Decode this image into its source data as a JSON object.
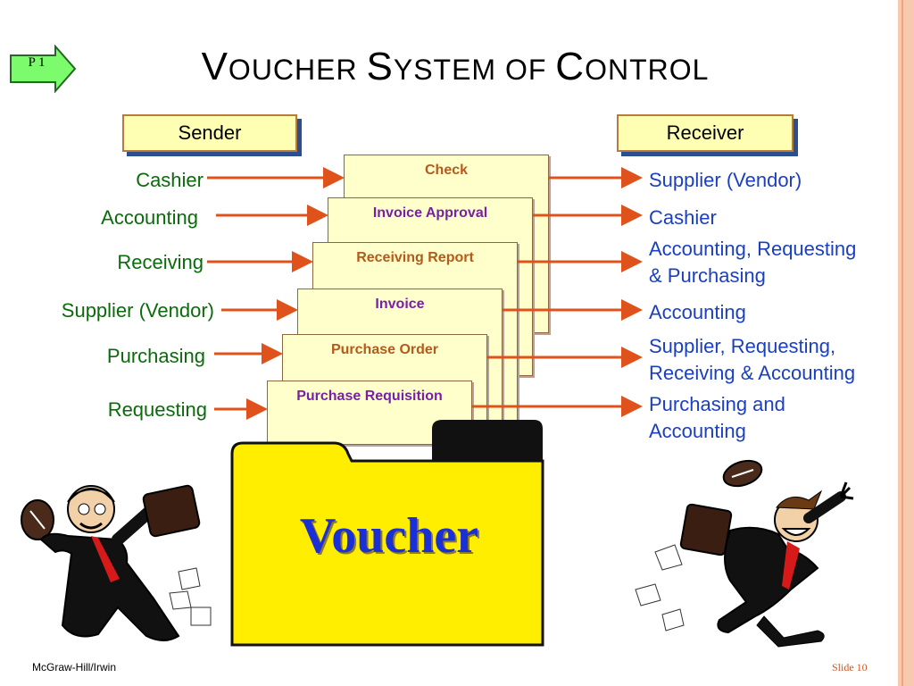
{
  "slide": {
    "badge": "P 1",
    "title_parts": [
      {
        "text": "V",
        "size": "big"
      },
      {
        "text": "oucher ",
        "size": "small"
      },
      {
        "text": "S",
        "size": "big"
      },
      {
        "text": "ystem of ",
        "size": "small"
      },
      {
        "text": "C",
        "size": "big"
      },
      {
        "text": "ontrol",
        "size": "small"
      }
    ],
    "footer_left": "McGraw-Hill/Irwin",
    "footer_right": "Slide 10"
  },
  "headers": {
    "sender": "Sender",
    "receiver": "Receiver"
  },
  "rows": [
    {
      "sender": "Cashier",
      "document": "Check",
      "receiver": [
        "Supplier (Vendor)"
      ]
    },
    {
      "sender": "Accounting",
      "document": "Invoice Approval",
      "receiver": [
        "Cashier"
      ]
    },
    {
      "sender": "Receiving",
      "document": "Receiving Report",
      "receiver": [
        "Accounting, Requesting",
        "& Purchasing"
      ]
    },
    {
      "sender": "Supplier (Vendor)",
      "document": "Invoice",
      "receiver": [
        "Accounting"
      ]
    },
    {
      "sender": "Purchasing",
      "document": "Purchase Order",
      "receiver": [
        "Supplier, Requesting,",
        "Receiving & Accounting"
      ]
    },
    {
      "sender": "Requesting",
      "document": "Purchase Requisition",
      "receiver": [
        "Purchasing and",
        "Accounting"
      ]
    }
  ],
  "folder_label": "Voucher",
  "colors": {
    "sender_text": "#0a6b0a",
    "receiver_text": "#1a3fc0",
    "arrow": "#e0521c",
    "folder": "#ffee00",
    "doc_bg": "#ffffcc"
  },
  "icons": [
    "arrow-right-icon",
    "folder-icon",
    "football-icon",
    "businessman-icon",
    "briefcase-icon"
  ]
}
